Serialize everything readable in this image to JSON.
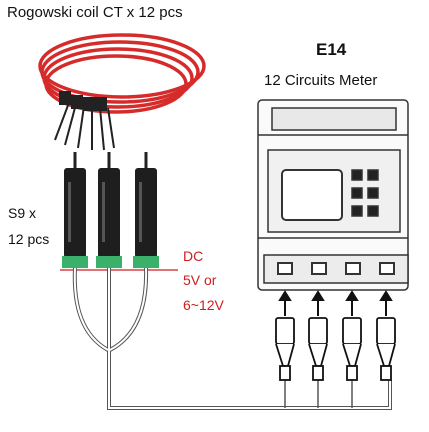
{
  "labels": {
    "ct_title": "Rogowski coil CT x 12 pcs",
    "meter_model": "E14",
    "meter_desc": "12 Circuits Meter",
    "sensor_line1": "S9 x",
    "sensor_line2": "12 pcs",
    "power_line1": "DC",
    "power_line2": "5V or",
    "power_line3": "6~12V"
  },
  "colors": {
    "coil": "#d62b2b",
    "connector_green": "#3ab06a",
    "power_text": "#cc1f1f",
    "sensor_body": "#1e1e1e"
  },
  "icons": [
    "rogowski-coil-icon",
    "s9-sensor-icon",
    "e14-meter-icon",
    "rj45-connector-icon",
    "arrow-up-icon"
  ]
}
